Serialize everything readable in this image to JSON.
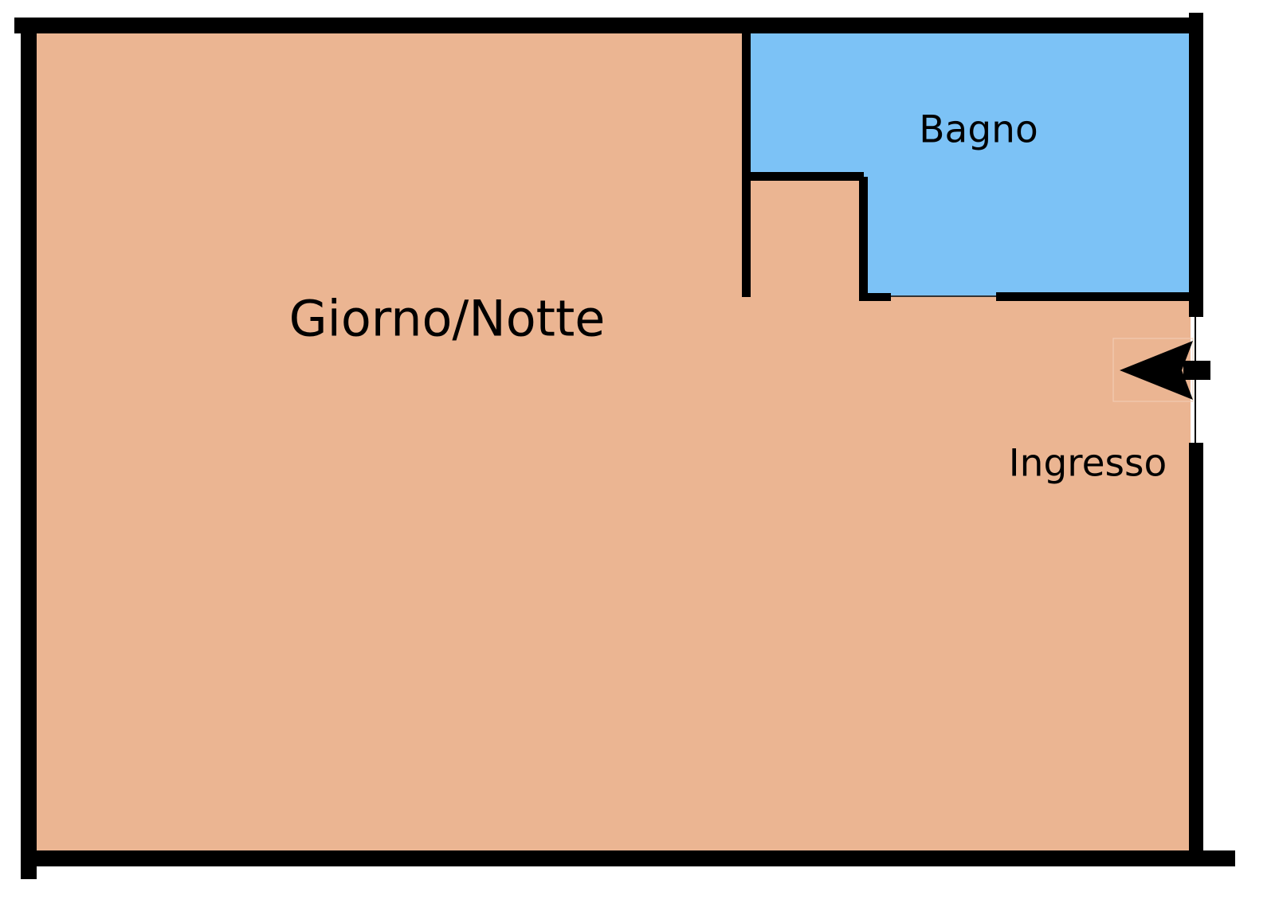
{
  "title": "Floor plan",
  "rooms": [
    {
      "name": "Giorno/Notte",
      "color": "#EBB592"
    },
    {
      "name": "Bagno",
      "color": "#7CC2F6"
    }
  ],
  "entrance": {
    "label": "Ingresso",
    "icon": "entrance-arrow-icon"
  },
  "wall_color": "#000000"
}
